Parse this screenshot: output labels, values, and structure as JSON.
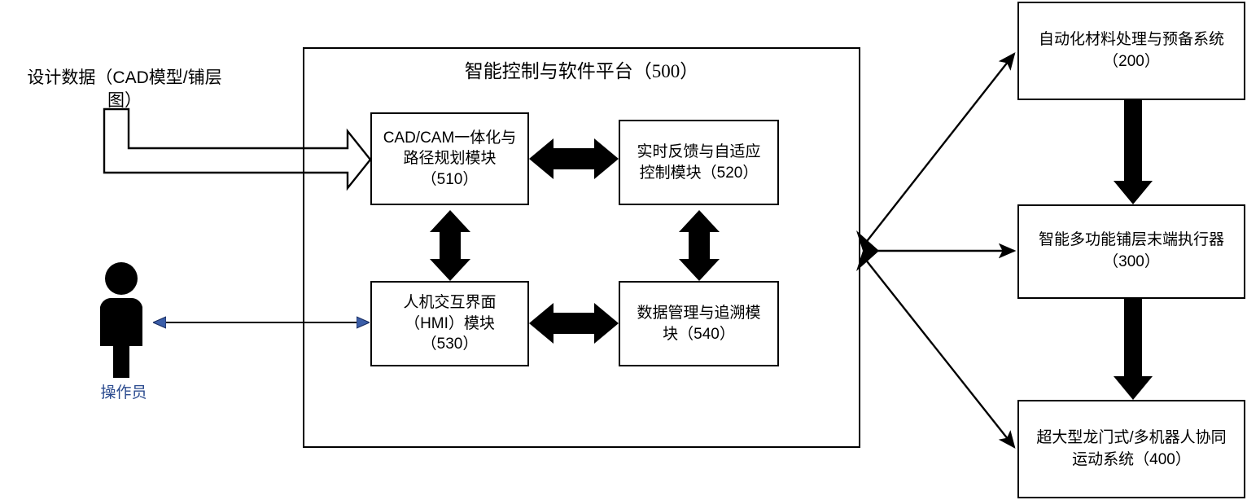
{
  "diagram": {
    "title": "智能控制与软件平台（500）",
    "inputs": {
      "design_data": "设计数据（CAD模型/铺层\n图）",
      "operator": "操作员"
    },
    "platform": {
      "label": "智能控制与软件平台（500）",
      "id": "500",
      "modules": [
        {
          "id": "510",
          "label": "CAD/CAM一体化与\n路径规划模块\n（510）"
        },
        {
          "id": "520",
          "label": "实时反馈与自适应\n控制模块（520）"
        },
        {
          "id": "530",
          "label": "人机交互界面\n（HMI）模块\n（530）"
        },
        {
          "id": "540",
          "label": "数据管理与追溯模\n块（540）"
        }
      ]
    },
    "subsystems": [
      {
        "id": "200",
        "label": "自动化材料处理与预备系统\n（200）"
      },
      {
        "id": "300",
        "label": "智能多功能铺层末端执行器\n（300）"
      },
      {
        "id": "400",
        "label": "超大型龙门式/多机器人协同\n运动系统（400）"
      }
    ],
    "connections": [
      {
        "from": "design_data",
        "to": "510",
        "style": "block-arrow-outline",
        "direction": "one-way"
      },
      {
        "from": "operator",
        "to": "530",
        "style": "thin-line",
        "direction": "two-way"
      },
      {
        "from": "510",
        "to": "520",
        "style": "solid-block-arrow",
        "direction": "two-way"
      },
      {
        "from": "530",
        "to": "540",
        "style": "solid-block-arrow",
        "direction": "two-way"
      },
      {
        "from": "510",
        "to": "530",
        "style": "solid-block-arrow",
        "direction": "two-way"
      },
      {
        "from": "520",
        "to": "540",
        "style": "solid-block-arrow",
        "direction": "two-way"
      },
      {
        "from": "500",
        "to": "200",
        "style": "thin-line",
        "direction": "one-way"
      },
      {
        "from": "500",
        "to": "300",
        "style": "thin-line",
        "direction": "one-way"
      },
      {
        "from": "500",
        "to": "400",
        "style": "thin-line",
        "direction": "one-way"
      },
      {
        "from": "200",
        "to": "300",
        "style": "solid-block-arrow",
        "direction": "one-way"
      },
      {
        "from": "300",
        "to": "400",
        "style": "solid-block-arrow",
        "direction": "one-way"
      }
    ],
    "colors": {
      "stroke": "#000000",
      "accent_blue": "#2b4b8f",
      "background": "#ffffff"
    }
  }
}
